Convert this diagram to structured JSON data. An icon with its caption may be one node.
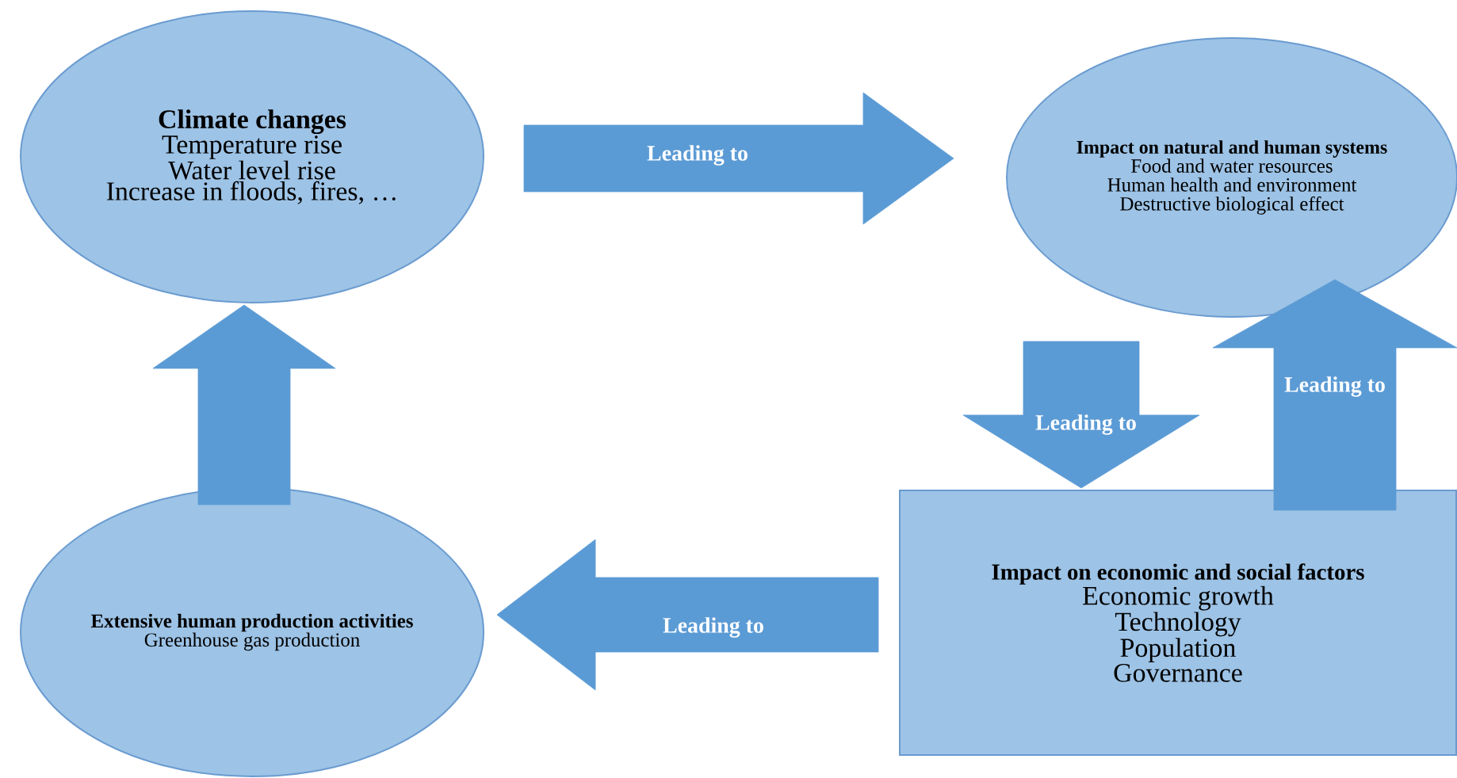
{
  "diagram": {
    "nodes": [
      {
        "text": [
          "Climate changes",
          "Temperature rise",
          "Water level rise",
          "Increase in floods, fires, …"
        ]
      },
      {
        "text": [
          "Impact on natural and human systems",
          "Food and water resources",
          "Human health and environment",
          "Destructive biological effect"
        ]
      },
      {
        "text": [
          "Impact on economic and social factors",
          "Economic growth",
          "Technology",
          "Population",
          "Governance"
        ]
      },
      {
        "text": [
          "Extensive human production activities",
          "Greenhouse gas production"
        ]
      }
    ],
    "edges": [
      {
        "from": 0,
        "to": 1,
        "arrow": "to",
        "label": "Leading to"
      },
      {
        "from": 1,
        "to": 2,
        "arrow": "to",
        "label": "Leading to"
      },
      {
        "from": 2,
        "to": 1,
        "arrow": "to",
        "label": "Leading to"
      },
      {
        "from": 2,
        "to": 3,
        "arrow": "to",
        "label": "Leading to"
      },
      {
        "from": 3,
        "to": 0,
        "arrow": "to"
      }
    ]
  }
}
